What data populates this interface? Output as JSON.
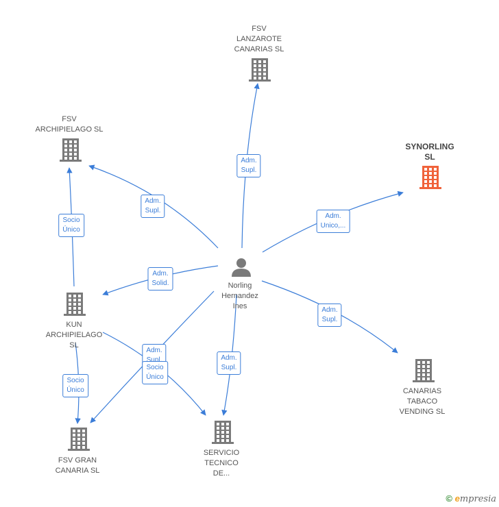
{
  "colors": {
    "edge": "#3b7dd8",
    "building": "#7a7a7a",
    "highlight": "#f0623a",
    "person": "#7a7a7a"
  },
  "nodes": [
    {
      "id": "fsv_lanzarote",
      "label": "FSV\nLANZAROTE\nCANARIAS SL",
      "icon": "building-icon"
    },
    {
      "id": "fsv_archipielago",
      "label": "FSV\nARCHIPIELAGO SL",
      "icon": "building-icon"
    },
    {
      "id": "synorling",
      "label": "SYNORLING\nSL",
      "icon": "building-icon",
      "highlight": true
    },
    {
      "id": "person",
      "label": "Norling\nHernandez\nInes",
      "icon": "person-icon"
    },
    {
      "id": "kun",
      "label": "KUN\nARCHIPIELAGO\nSL",
      "icon": "building-icon"
    },
    {
      "id": "canarias_tabaco",
      "label": "CANARIAS\nTABACO\nVENDING  SL",
      "icon": "building-icon"
    },
    {
      "id": "fsv_gran",
      "label": "FSV GRAN\nCANARIA SL",
      "icon": "building-icon"
    },
    {
      "id": "servicio",
      "label": "SERVICIO\nTECNICO\nDE...",
      "icon": "building-icon"
    }
  ],
  "edges": [
    {
      "from": "person",
      "to": "fsv_lanzarote",
      "label": "Adm.\nSupl."
    },
    {
      "from": "person",
      "to": "fsv_archipielago",
      "label": "Adm.\nSupl."
    },
    {
      "from": "person",
      "to": "synorling",
      "label": "Adm.\nUnico,..."
    },
    {
      "from": "person",
      "to": "kun",
      "label": "Adm.\nSolid."
    },
    {
      "from": "person",
      "to": "canarias_tabaco",
      "label": "Adm.\nSupl."
    },
    {
      "from": "person",
      "to": "servicio",
      "label": "Adm.\nSupl."
    },
    {
      "from": "person",
      "to": "fsv_gran",
      "label": "Adm.\nSupl."
    },
    {
      "from": "kun",
      "to": "fsv_archipielago",
      "label": "Socio\nÚnico"
    },
    {
      "from": "kun",
      "to": "fsv_gran",
      "label": "Socio\nÚnico"
    },
    {
      "from": "kun",
      "to": "servicio",
      "label": "Socio\nÚnico"
    }
  ],
  "footer": {
    "copyright": "©",
    "brand_initial": "e",
    "brand_rest": "mpresia"
  }
}
